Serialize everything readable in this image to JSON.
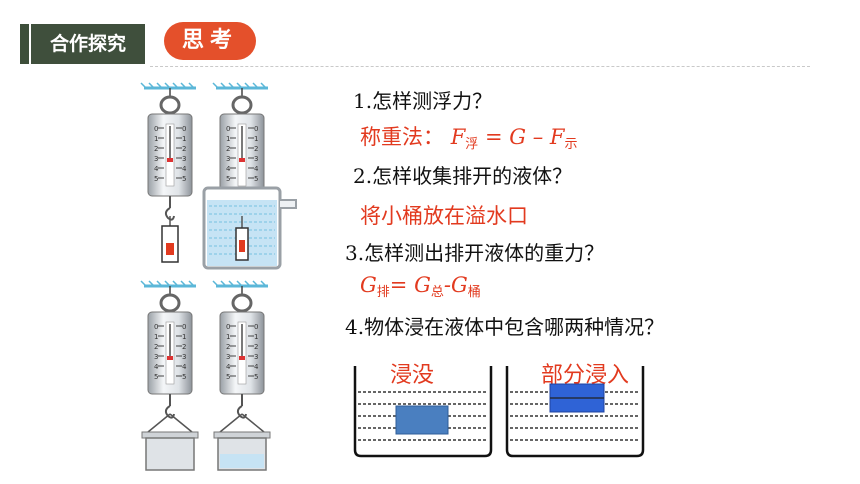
{
  "header": {
    "section_tag": "合作探究",
    "badge": "思考"
  },
  "questions": [
    {
      "text": "1.怎样测浮力？"
    },
    {
      "text": "2.怎样收集排开的液体？"
    },
    {
      "text": "3.怎样测出排开液体的重力？"
    },
    {
      "text": "4.物体浸在液体中包含哪两种情况？"
    }
  ],
  "answers": {
    "a1": {
      "prefix": "称重法：",
      "F": "F",
      "sub_fu": "浮",
      "eq": " = ",
      "G": "G",
      "minus": " – ",
      "F2": "F",
      "sub_shi": "示"
    },
    "a2": {
      "text": "将小桶放在溢水口"
    },
    "a3": {
      "G1": "G",
      "sub_pai": "排",
      "eq": "= ",
      "G2": "G",
      "sub_zong": "总",
      "dash": "-",
      "G3": "G",
      "sub_tong": "桶"
    }
  },
  "diagrams": {
    "left_caption": "浸没",
    "right_caption": "部分浸入"
  },
  "colors": {
    "accent_red": "#e23a1f",
    "header_green": "#3f4f3c",
    "badge_orange": "#e4502b",
    "water_blue": "#c6e3f4",
    "block_blue": "#4a7fc0"
  },
  "scale_tick_labels": [
    "0",
    "1",
    "2",
    "3",
    "4",
    "5"
  ]
}
